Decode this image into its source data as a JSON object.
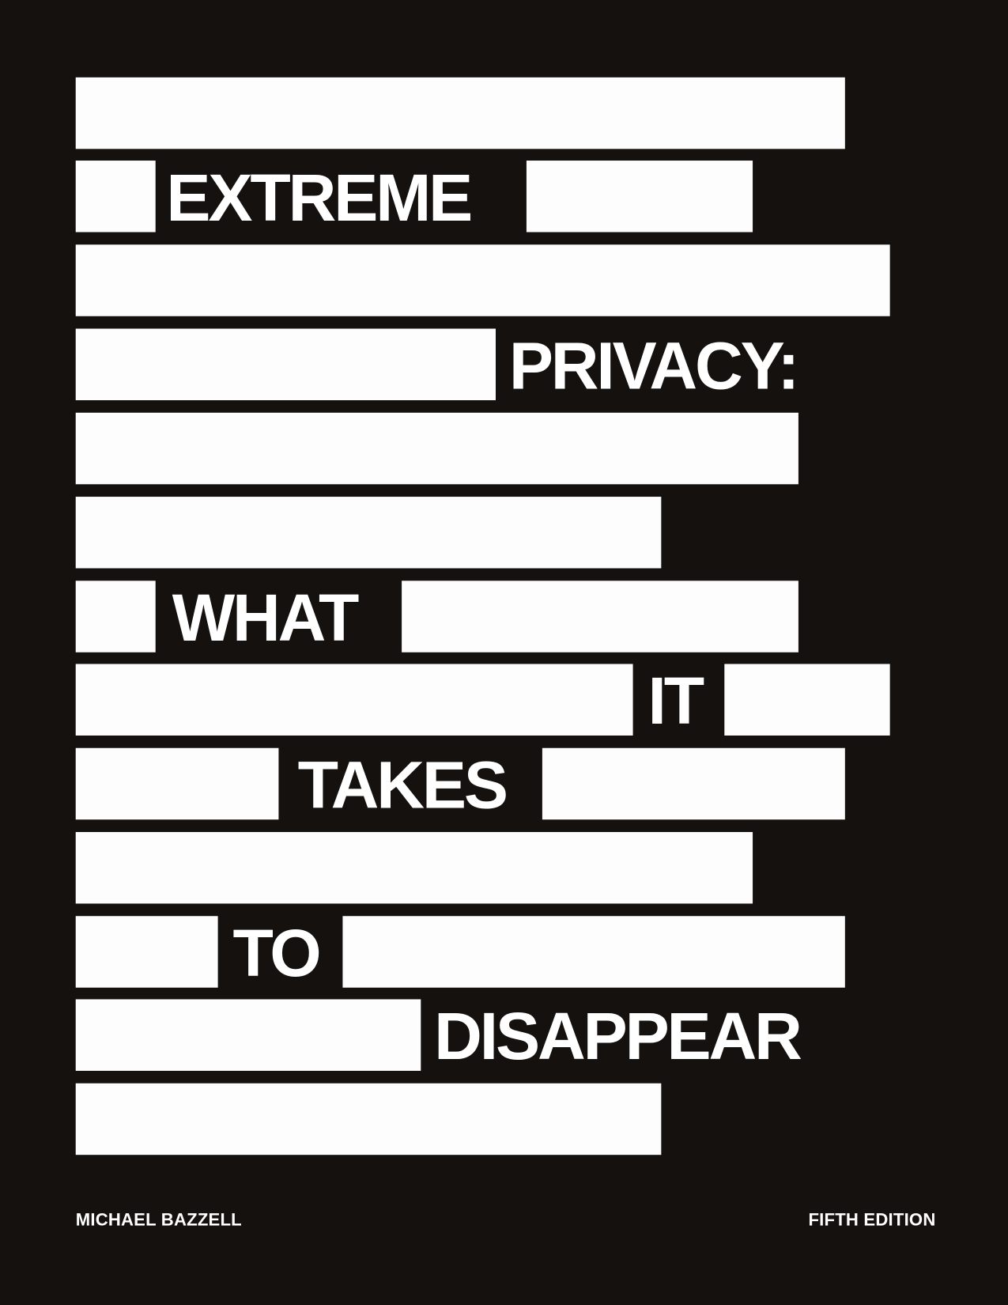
{
  "cover": {
    "title_words": [
      "EXTREME",
      "PRIVACY:",
      "WHAT",
      "IT",
      "TAKES",
      "TO",
      "DISAPPEAR"
    ],
    "author": "MICHAEL BAZZELL",
    "edition": "FIFTH EDITION",
    "colors": {
      "background": "#15110e",
      "bars": "#fdfdfd",
      "text": "#ffffff"
    }
  }
}
